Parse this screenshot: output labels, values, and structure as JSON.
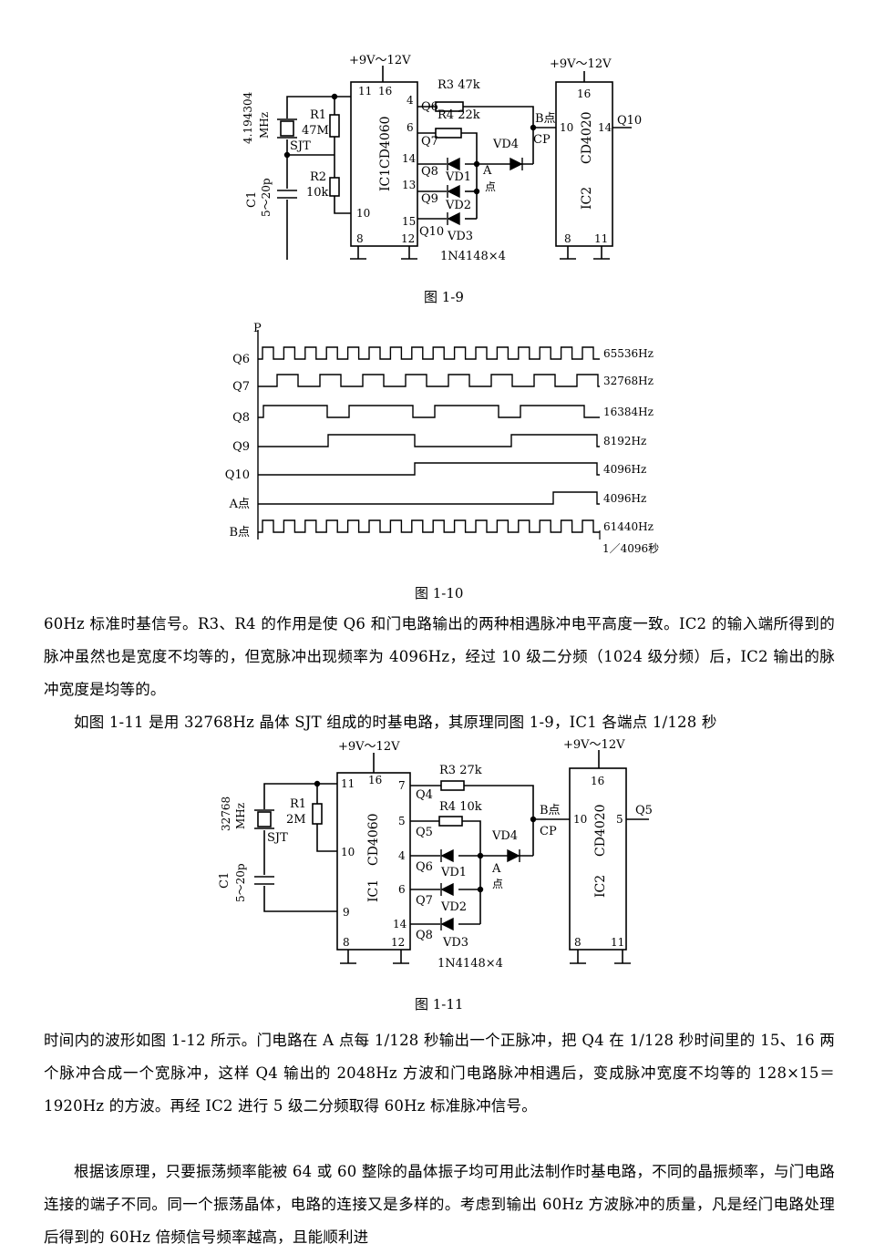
{
  "fig9": {
    "caption": "图 1-9",
    "supply_left": "+9V～12V",
    "supply_right": "+9V～12V",
    "crystal_freq": "4.194304",
    "crystal_unit": "MHz",
    "crystal": "SJT",
    "r1_name": "R1",
    "r1_val": "47M",
    "r2_name": "R2",
    "r2_val": "10k",
    "c1_name": "C1",
    "c1_val": "5～20p",
    "ic1_name": "IC1",
    "ic1_part": "CD4060",
    "ic2_name": "IC2",
    "ic2_part": "CD4020",
    "r3": "R3  47k",
    "r4": "R4  22k",
    "pins_ic1": {
      "p16": "16",
      "p11": "11",
      "p10": "10",
      "p8": "8",
      "p12": "12",
      "p4": "4",
      "p6": "6",
      "p14": "14",
      "p13": "13",
      "p15": "15"
    },
    "outs": {
      "q6": "Q6",
      "q7": "Q7",
      "q8": "Q8",
      "q9": "Q9",
      "q10": "Q10"
    },
    "vd1": "VD1",
    "vd2": "VD2",
    "vd3": "VD3",
    "vd4": "VD4",
    "a_point": "A",
    "a_point2": "点",
    "b_point": "B点",
    "cp": "CP",
    "pins_ic2": {
      "p16": "16",
      "p10": "10",
      "p14": "14",
      "p8": "8",
      "p11": "11"
    },
    "q10_out": "Q10",
    "diodes": "1N4148×4"
  },
  "fig10": {
    "caption": "图 1-10",
    "p_label": "P",
    "rows": [
      {
        "label": "Q6",
        "freq": "65536Hz"
      },
      {
        "label": "Q7",
        "freq": "32768Hz"
      },
      {
        "label": "Q8",
        "freq": "16384Hz"
      },
      {
        "label": "Q9",
        "freq": "8192Hz"
      },
      {
        "label": "Q10",
        "freq": "4096Hz"
      },
      {
        "label": "A点",
        "freq": "4096Hz"
      },
      {
        "label": "B点",
        "freq": "61440Hz"
      }
    ],
    "period": "1／4096秒"
  },
  "text1": {
    "p1": "60Hz 标准时基信号。R3、R4 的作用是使 Q6 和门电路输出的两种相遇脉冲电平高度一致。IC2 的输入端所得到的脉冲虽然也是宽度不均等的，但宽脉冲出现频率为 4096Hz，经过 10 级二分频（1024 级分频）后，IC2 输出的脉冲宽度是均等的。",
    "p2": "如图 1-11 是用 32768Hz 晶体 SJT 组成的时基电路，其原理同图 1-9，IC1 各端点 1/128 秒"
  },
  "fig11": {
    "caption": "图 1-11",
    "supply_left": "+9V～12V",
    "supply_right": "+9V～12V",
    "crystal_freq": "32768",
    "crystal_unit": "MHz",
    "crystal": "SJT",
    "r1_name": "R1",
    "r1_val": "2M",
    "c1_name": "C1",
    "c1_val": "5～20p",
    "ic1_name": "IC1",
    "ic1_part": "CD4060",
    "ic2_name": "IC2",
    "ic2_part": "CD4020",
    "r3": "R3 27k",
    "r4": "R4 10k",
    "pins_ic1": {
      "p16": "16",
      "p11": "11",
      "p10": "10",
      "p9": "9",
      "p8": "8",
      "p12": "12",
      "p7": "7",
      "p5": "5",
      "p4": "4",
      "p6": "6",
      "p14": "14"
    },
    "outs": {
      "q4": "Q4",
      "q5": "Q5",
      "q6": "Q6",
      "q7": "Q7",
      "q8": "Q8"
    },
    "vd1": "VD1",
    "vd2": "VD2",
    "vd3": "VD3",
    "vd4": "VD4",
    "a_point": "A",
    "a_point2": "点",
    "b_point": "B点",
    "cp": "CP",
    "pins_ic2": {
      "p16": "16",
      "p10": "10",
      "p5": "5",
      "p8": "8",
      "p11": "11"
    },
    "q5_out": "Q5",
    "diodes": "1N4148×4"
  },
  "text2": {
    "p1": "时间内的波形如图 1-12 所示。门电路在 A 点每 1/128 秒输出一个正脉冲，把 Q4 在 1/128 秒时间里的 15、16 两个脉冲合成一个宽脉冲，这样 Q4 输出的 2048Hz 方波和门电路脉冲相遇后，变成脉冲宽度不均等的 128×15＝1920Hz 的方波。再经 IC2 进行 5 级二分频取得 60Hz 标准脉冲信号。",
    "p2": "根据该原理，只要振荡频率能被 64 或 60 整除的晶体振子均可用此法制作时基电路，不同的晶振频率，与门电路连接的端子不同。同一个振荡晶体，电路的连接又是多样的。考虑到输出 60Hz 方波脉冲的质量，凡是经门电路处理后得到的 60Hz 倍频信号频率越高，且能顺利进"
  }
}
